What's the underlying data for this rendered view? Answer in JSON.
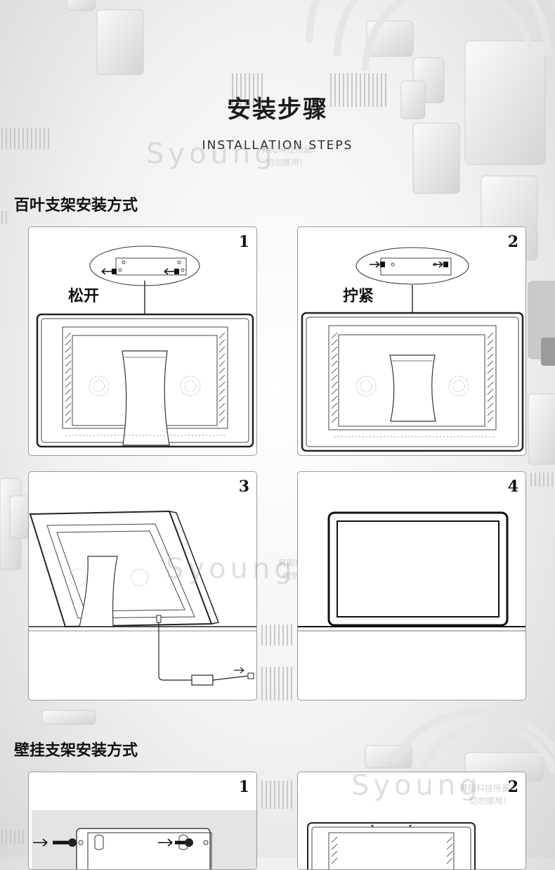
{
  "header": {
    "title_cn": "安装步骤",
    "title_en": "INSTALLATION STEPS"
  },
  "watermark": {
    "brand": "Syoung",
    "line1": "昇阳科技所属",
    "line2": "切勿挪用!"
  },
  "sections": [
    {
      "title": "百叶支架安装方式",
      "steps": [
        {
          "num": "1",
          "label": "松开"
        },
        {
          "num": "2",
          "label": "拧紧"
        },
        {
          "num": "3"
        },
        {
          "num": "4"
        }
      ]
    },
    {
      "title": "壁挂支架安装方式",
      "steps": [
        {
          "num": "1"
        },
        {
          "num": "2"
        }
      ]
    }
  ],
  "colors": {
    "line": "#333333",
    "panel_border": "#9a9a9a"
  }
}
